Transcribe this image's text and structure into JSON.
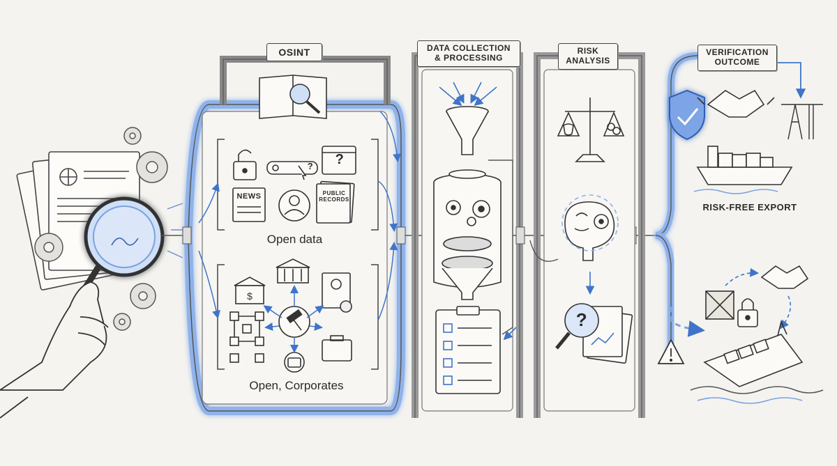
{
  "stages": {
    "osint": "OSINT",
    "collection": "DATA COLLECTION & PROCESSING",
    "risk": "RISK ANALYSIS",
    "outcome": "VERIFICATION OUTCOME"
  },
  "groups": {
    "open_data": "Open data",
    "corporates": "Open, Corporates"
  },
  "icon_text": {
    "news": "NEWS",
    "public_records": "PUBLIC RECORDS",
    "question": "?"
  },
  "results": {
    "risk_free": "RISK-FREE EXPORT"
  },
  "colors": {
    "accent": "#5b8ddb",
    "ink": "#3a3a3a",
    "paper": "#f4f3ef"
  }
}
